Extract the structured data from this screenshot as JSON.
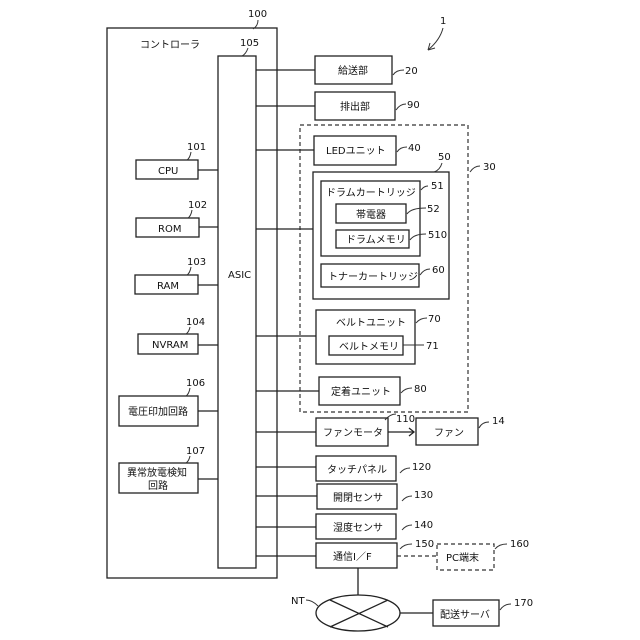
{
  "figure": {
    "system_ref": "1",
    "controller": {
      "label": "コントローラ",
      "ref": "100"
    },
    "asic": {
      "label": "ASIC",
      "ref": "105"
    },
    "internal_blocks": [
      {
        "id": "cpu",
        "label": "CPU",
        "ref": "101"
      },
      {
        "id": "rom",
        "label": "ROM",
        "ref": "102"
      },
      {
        "id": "ram",
        "label": "RAM",
        "ref": "103"
      },
      {
        "id": "nvram",
        "label": "NVRAM",
        "ref": "104"
      },
      {
        "id": "voltage",
        "label": "電圧印加回路",
        "ref": "106"
      },
      {
        "id": "discharge",
        "label_line1": "異常放電検知",
        "label_line2": "回路",
        "ref": "107"
      }
    ],
    "external_blocks": {
      "feeder": {
        "label": "給送部",
        "ref": "20"
      },
      "ejector": {
        "label": "排出部",
        "ref": "90"
      },
      "image_unit_group_ref": "30",
      "led": {
        "label": "LEDユニット",
        "ref": "40"
      },
      "process_ref": "50",
      "drum": {
        "label": "ドラムカートリッジ",
        "ref": "51"
      },
      "charger": {
        "label": "帯電器",
        "ref": "52"
      },
      "drum_memory": {
        "label": "ドラムメモリ",
        "ref": "510"
      },
      "toner": {
        "label": "トナーカートリッジ",
        "ref": "60"
      },
      "belt": {
        "label": "ベルトユニット",
        "ref": "70"
      },
      "belt_memory": {
        "label": "ベルトメモリ",
        "ref": "71"
      },
      "fuser": {
        "label": "定着ユニット",
        "ref": "80"
      },
      "fan_motor": {
        "label": "ファンモータ",
        "ref": "110"
      },
      "fan": {
        "label": "ファン",
        "ref": "14"
      },
      "touch_panel": {
        "label": "タッチパネル",
        "ref": "120"
      },
      "open_sensor": {
        "label": "開閉センサ",
        "ref": "130"
      },
      "humidity_sensor": {
        "label": "湿度センサ",
        "ref": "140"
      },
      "comm_if": {
        "label": "通信I／F",
        "ref": "150"
      },
      "pc": {
        "label": "PC端末",
        "ref": "160"
      },
      "network": {
        "label": "NT"
      },
      "server": {
        "label": "配送サーバ",
        "ref": "170"
      }
    }
  }
}
